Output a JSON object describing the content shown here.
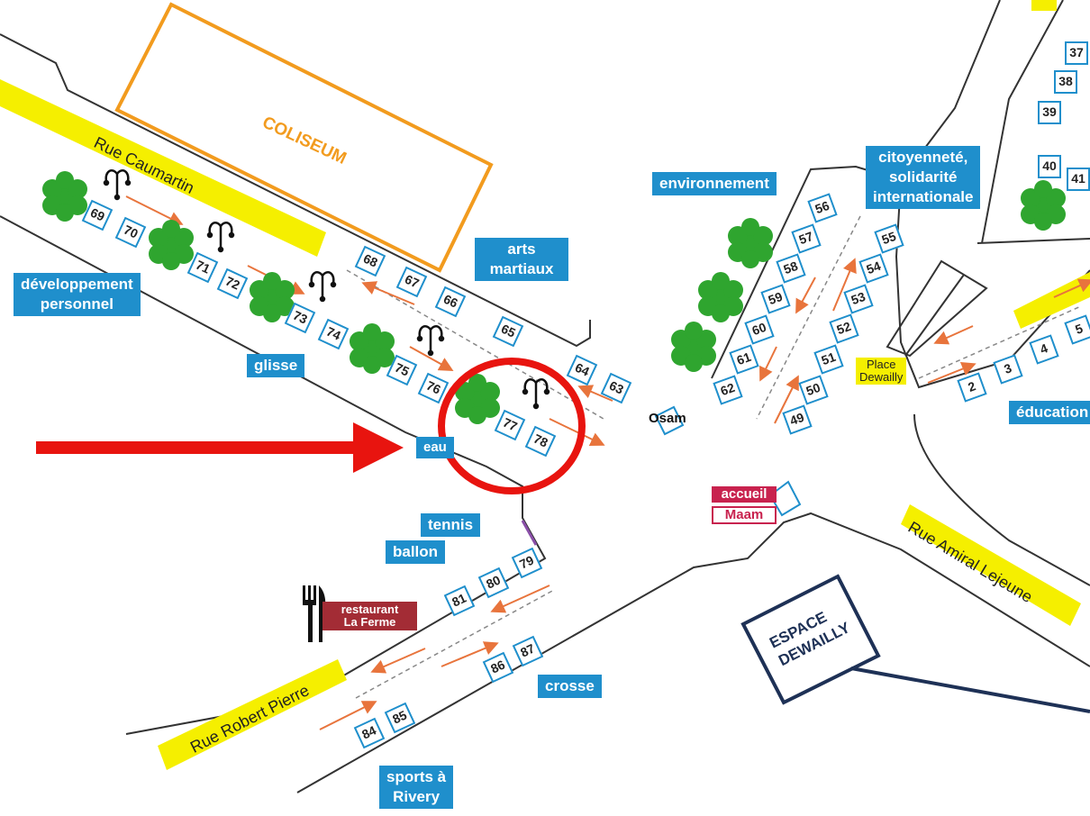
{
  "colors": {
    "accent": "#1f8fcc",
    "street_band": "#f5ef00",
    "coliseum": "#f29b1e",
    "arrow": "#e8743c",
    "pointer": "#e8140f",
    "tree": "#2fa52f",
    "restaurant": "#a32c35",
    "accueil": "#c8224e",
    "espace_border": "#1e3156"
  },
  "streets": {
    "caumartin": "Rue Caumartin",
    "amiral": "Rue Amiral Lejeune",
    "robert": "Rue Robert Pierre"
  },
  "buildings": {
    "coliseum": "COLISEUM",
    "espace": "ESPACE\nDEWAILLY"
  },
  "zones": {
    "developpement": "développement\npersonnel",
    "glisse": "glisse",
    "eau": "eau",
    "tennis": "tennis",
    "ballon": "ballon",
    "arts": "arts\nmartiaux",
    "environnement": "environnement",
    "citoyennete": "citoyenneté,\nsolidarité\ninternationale",
    "education": "éducation",
    "crosse": "crosse",
    "sports": "sports à\nRivery"
  },
  "places": {
    "place_dewailly": "Place\nDewailly",
    "osam": "Osam",
    "restaurant": "restaurant\nLa Ferme",
    "accueil_top": "accueil",
    "accueil_bottom": "Maam"
  },
  "stands": [
    "2",
    "3",
    "4",
    "5",
    "37",
    "38",
    "39",
    "40",
    "41",
    "49",
    "50",
    "51",
    "52",
    "53",
    "54",
    "55",
    "56",
    "57",
    "58",
    "59",
    "60",
    "61",
    "62",
    "63",
    "64",
    "65",
    "66",
    "67",
    "68",
    "69",
    "70",
    "71",
    "72",
    "73",
    "74",
    "75",
    "76",
    "77",
    "78",
    "79",
    "80",
    "81",
    "84",
    "85",
    "86",
    "87"
  ],
  "icons": {
    "tree": "tree-icon",
    "lamp": "street-lamp-icon",
    "cutlery": "fork-knife-icon",
    "pointer": "pointer-arrow-icon",
    "highlight": "highlight-circle"
  }
}
